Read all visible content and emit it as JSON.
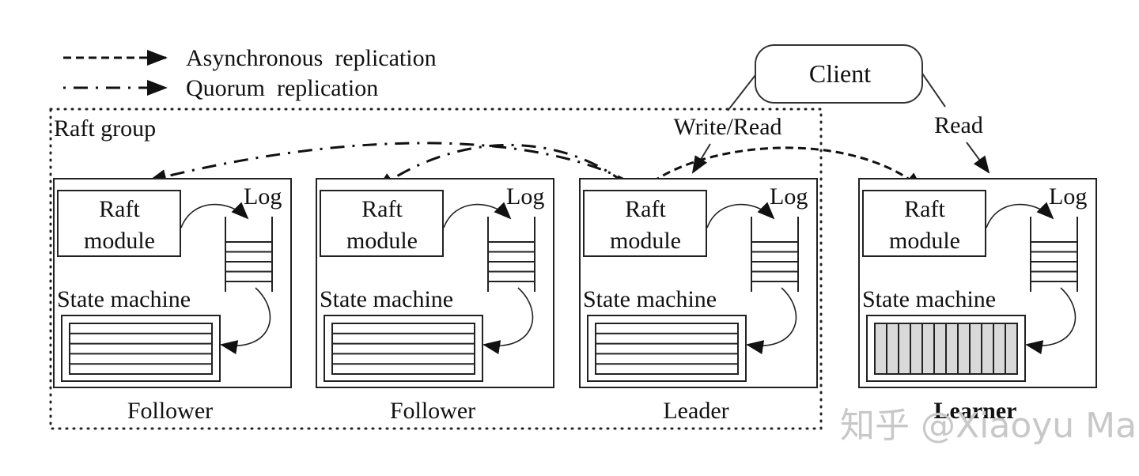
{
  "legend": {
    "async_label": "Asynchronous  replication",
    "quorum_label": "Quorum  replication"
  },
  "group": {
    "label": "Raft group"
  },
  "client": {
    "label": "Client",
    "write_read_label": "Write/Read",
    "read_label": "Read"
  },
  "nodes": [
    {
      "role": "Follower",
      "raft_label_1": "Raft",
      "raft_label_2": "module",
      "log_label": "Log",
      "sm_label": "State machine",
      "sm_style": "rows"
    },
    {
      "role": "Follower",
      "raft_label_1": "Raft",
      "raft_label_2": "module",
      "log_label": "Log",
      "sm_label": "State machine",
      "sm_style": "rows"
    },
    {
      "role": "Leader",
      "raft_label_1": "Raft",
      "raft_label_2": "module",
      "log_label": "Log",
      "sm_label": "State machine",
      "sm_style": "rows"
    },
    {
      "role": "Learner",
      "raft_label_1": "Raft",
      "raft_label_2": "module",
      "log_label": "Log",
      "sm_label": "State machine",
      "sm_style": "columns"
    }
  ],
  "colors": {
    "stroke": "#222222",
    "learner_fill": "#d9d9d9",
    "watermark": "#c8c8c8"
  },
  "watermark": "知乎 @Xiaoyu Ma"
}
